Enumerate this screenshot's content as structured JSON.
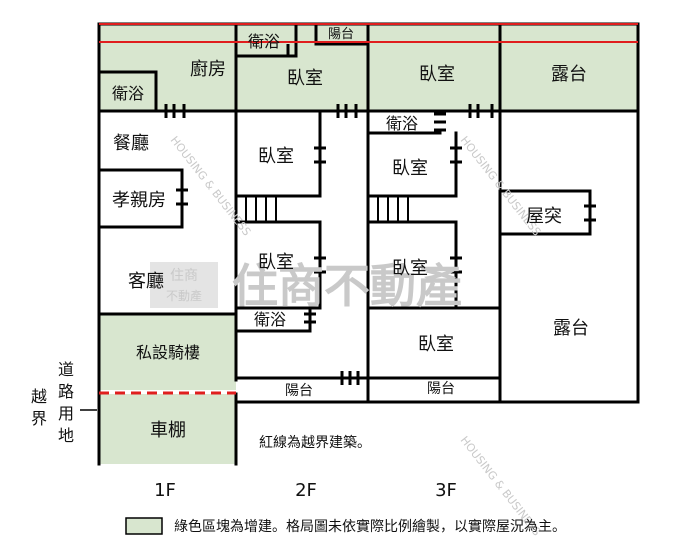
{
  "colors": {
    "addition_fill": "#d8e6cf",
    "wall": "#000000",
    "boundary_red": "#e01e1e"
  },
  "rooms_1f": {
    "bath": "衛浴",
    "kitchen": "廚房",
    "dining": "餐廳",
    "elder_room": "孝親房",
    "living": "客廳",
    "arcade": "私設騎樓",
    "carport": "車棚"
  },
  "rooms_2f": {
    "bath_top": "衛浴",
    "balcony_top": "陽台",
    "bedroom_top": "臥室",
    "bedroom_a": "臥室",
    "bedroom_b": "臥室",
    "bath_mid": "衛浴",
    "balcony_bottom": "陽台"
  },
  "rooms_3f": {
    "bedroom_top": "臥室",
    "bath_mid": "衛浴",
    "bedroom_a": "臥室",
    "bedroom_b": "臥室",
    "bedroom_c": "臥室",
    "balcony_bottom": "陽台"
  },
  "rooms_roof": {
    "terrace_top": "露台",
    "roof_room": "屋突",
    "terrace_right": "露台"
  },
  "side_label": {
    "road_chars": [
      "道",
      "路",
      "用",
      "地"
    ],
    "encroach_chars": [
      "越",
      "界"
    ]
  },
  "red_note": "紅線為越界建築。",
  "floor_labels": [
    "1F",
    "2F",
    "3F"
  ],
  "legend_text": "綠色區塊為增建。格局圖未依實際比例繪製，以實際屋況為主。",
  "watermark": {
    "chinese": "住商不動產",
    "logo_top": "住商",
    "logo_bottom": "不動產",
    "english": "HOUSING & BUSINESS"
  }
}
